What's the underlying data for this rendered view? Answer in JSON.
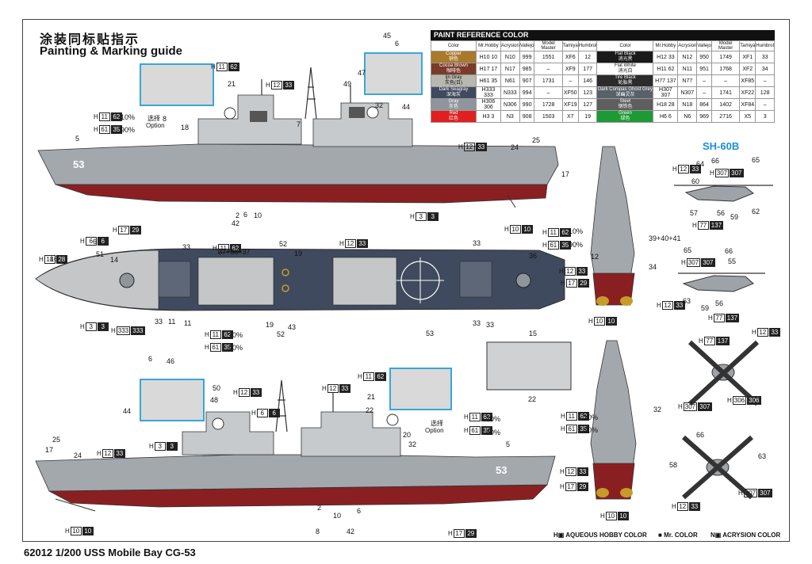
{
  "header": {
    "title_zh": "涂装同标贴指示",
    "title_en": "Painting & Marking guide"
  },
  "footer": {
    "caption": "62012 1/200 USS Mobile Bay CG-53"
  },
  "helicopter_title": "SH-60B",
  "legend": {
    "aqueous": "H",
    "aqueous_text": "AQUEOUS HOBBY COLOR",
    "mr": "Mr. COLOR",
    "acrysion": "N",
    "acrysion_text": "ACRYSION COLOR"
  },
  "paint_table": {
    "title": "PAINT  REFERENCE COLOR",
    "columns": [
      "Color",
      "Mr.Hobby",
      "Acrysion",
      "Vallejo",
      "Model Master",
      "Tamiya",
      "Humbrol"
    ],
    "left": [
      {
        "name": "Copper",
        "zh": "铜色",
        "hex": "#a97a2b",
        "h": "10",
        "c": "10",
        "n": "10",
        "vallejo": "999",
        "mm": "1551",
        "tamiya": "XF6",
        "humbrol": "12"
      },
      {
        "name": "Cocoa Brown",
        "zh": "咖啡色",
        "hex": "#7a3b2b",
        "h": "17",
        "c": "17",
        "n": "17",
        "vallejo": "985",
        "mm": "–",
        "tamiya": "XF9",
        "humbrol": "177"
      },
      {
        "name": "Ijn Gray",
        "zh": "灰色(日)",
        "hex": "#b8b8b0",
        "h": "61",
        "c": "35",
        "n": "61",
        "vallejo": "907",
        "mm": "1731",
        "tamiya": "–",
        "humbrol": "146"
      },
      {
        "name": "Dark Seagray",
        "zh": "深海灰",
        "hex": "#3f4a5e",
        "h": "333",
        "c": "333",
        "n": "333",
        "vallejo": "994",
        "mm": "–",
        "tamiya": "XF50",
        "humbrol": "123"
      },
      {
        "name": "Gray",
        "zh": "灰色",
        "hex": "#8e959b",
        "h": "306",
        "c": "306",
        "n": "306",
        "vallejo": "990",
        "mm": "1728",
        "tamiya": "XF19",
        "humbrol": "127"
      },
      {
        "name": "Red",
        "zh": "红色",
        "hex": "#e02020",
        "h": "3",
        "c": "3",
        "n": "3",
        "vallejo": "908",
        "mm": "1503",
        "tamiya": "X7",
        "humbrol": "19"
      }
    ],
    "right": [
      {
        "name": "Flat Black",
        "zh": "消光黑",
        "hex": "#1a1a1a",
        "h": "12",
        "c": "33",
        "n": "12",
        "vallejo": "950",
        "mm": "1749",
        "tamiya": "XF1",
        "humbrol": "33"
      },
      {
        "name": "Flat White",
        "zh": "消光白",
        "hex": "#ffffff",
        "h": "11",
        "c": "62",
        "n": "11",
        "vallejo": "951",
        "mm": "1768",
        "tamiya": "XF2",
        "humbrol": "34"
      },
      {
        "name": "Tire Black",
        "zh": "轮胎黑",
        "hex": "#2b2b2b",
        "h": "77",
        "c": "137",
        "n": "77",
        "vallejo": "–",
        "mm": "–",
        "tamiya": "XF85",
        "humbrol": "–"
      },
      {
        "name": "Dark Compas Ghost Grey",
        "zh": "深幽灵灰",
        "hex": "#5a6068",
        "h": "307",
        "c": "307",
        "n": "307",
        "vallejo": "–",
        "mm": "1741",
        "tamiya": "XF22",
        "humbrol": "128"
      },
      {
        "name": "Steel",
        "zh": "钢铁色",
        "hex": "#5e5e5e",
        "h": "18",
        "c": "28",
        "n": "18",
        "vallejo": "864",
        "mm": "1402",
        "tamiya": "XF84",
        "humbrol": "–"
      },
      {
        "name": "Green",
        "zh": "绿色",
        "hex": "#1d9a36",
        "h": "6",
        "c": "6",
        "n": "6",
        "vallejo": "969",
        "mm": "2716",
        "tamiya": "X5",
        "humbrol": "3"
      }
    ]
  },
  "colors": {
    "hull_gray": "#8f9499",
    "deck_blue": "#3f4a5e",
    "hull_red": "#8a1f22",
    "sky": "#3aa6d8",
    "light_gray": "#c4c6c8"
  },
  "callouts": {
    "option": "Option",
    "option_zh": "选择",
    "pct10": "10%",
    "pct90": "90%",
    "plus": "+",
    "pos_side1": [
      "45",
      "6",
      "47",
      "49",
      "44",
      "5",
      "21",
      "7",
      "32",
      "18",
      "8",
      "24",
      "25",
      "17",
      "2",
      "6",
      "10",
      "42"
    ],
    "pos_top": [
      "16",
      "51",
      "14",
      "6",
      "37+38+37",
      "52",
      "19",
      "33",
      "33",
      "36",
      "11",
      "33",
      "11",
      "19",
      "52",
      "43",
      "53",
      "33",
      "33",
      "39+40+41",
      "34",
      "12"
    ],
    "pos_side2": [
      "6",
      "46",
      "50",
      "48",
      "44",
      "21",
      "22",
      "20",
      "32",
      "5",
      "25",
      "17",
      "24",
      "2",
      "6",
      "10",
      "42",
      "8",
      "15",
      "22",
      "32"
    ],
    "pos_heli": [
      "64",
      "66",
      "65",
      "60",
      "62",
      "57",
      "56",
      "59",
      "65",
      "66",
      "55",
      "63",
      "56",
      "59",
      "58",
      "66",
      "63"
    ]
  },
  "codes": {
    "h11c62": {
      "p": "H",
      "a": "11",
      "b": "62"
    },
    "h12c33": {
      "p": "H",
      "a": "12",
      "b": "33"
    },
    "h61c35": {
      "p": "H",
      "a": "61",
      "b": "35"
    },
    "h17c29": {
      "p": "H",
      "a": "17",
      "b": "29"
    },
    "h3c3": {
      "p": "H",
      "a": "3",
      "b": "3"
    },
    "h10c10": {
      "p": "H",
      "a": "10",
      "b": "10"
    },
    "h6c6": {
      "p": "H",
      "a": "6",
      "b": "6"
    },
    "h18c28": {
      "p": "H",
      "a": "18",
      "b": "28"
    },
    "h333": {
      "p": "H",
      "a": "333",
      "b": "333"
    },
    "h307": {
      "p": "H",
      "a": "307",
      "b": "307"
    },
    "h77c137": {
      "p": "H",
      "a": "77",
      "b": "137"
    },
    "h306": {
      "p": "H",
      "a": "306",
      "b": "306"
    }
  },
  "hull_number": "53"
}
